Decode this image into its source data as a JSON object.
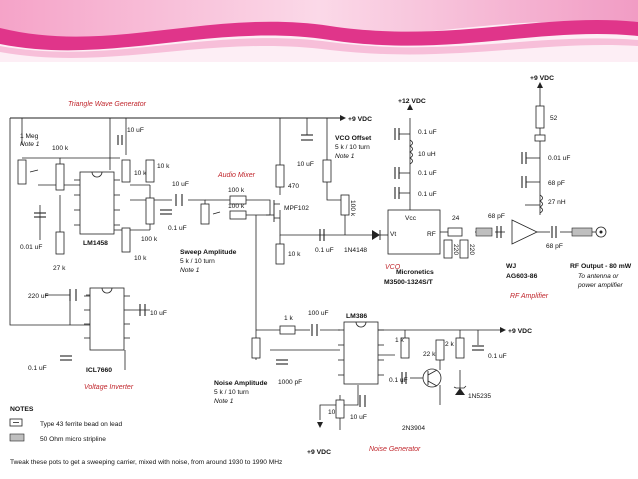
{
  "colors": {
    "banner_pink": "#e0358a",
    "banner_light": "#f7bfd9",
    "section_red": "#c0262c",
    "ink": "#111111"
  },
  "sections": {
    "triangle": "Triangle Wave Generator",
    "audio_mixer": "Audio Mixer",
    "voltage_inverter": "Voltage Inverter",
    "vco": "VCO",
    "rf_amp": "RF Amplifier",
    "noise_gen": "Noise Generator"
  },
  "supplies": {
    "v9_top": "+9 VDC",
    "v12": "+12 VDC",
    "v9_rf": "+9 VDC",
    "v9_noise": "+9 VDC",
    "v9_bottom": "+9 VDC"
  },
  "components": {
    "r_1meg": "1 Meg",
    "note1_a": "Note 1",
    "r_100k_a": "100 k",
    "c_10uf_a": "10 uF",
    "r_10k_a": "10 k",
    "r_10k_b": "10 k",
    "c_001_a": "0.01 uF",
    "ic_lm1458": "LM1458",
    "r_27k": "27 k",
    "r_100k_b": "100 k",
    "r_10k_c": "10 k",
    "c_10uf_b": "10 uF",
    "c_01uf_a": "0.1 uF",
    "r_100k_c": "100 k",
    "r_100k_d": "100 k",
    "sweep_amp": "Sweep Amplitude",
    "sweep_pot": "5 k / 10 turn",
    "note1_b": "Note 1",
    "r_470": "470",
    "c_10uf_c": "10 uF",
    "mpf102": "MPF102",
    "r_10k_d": "10 k",
    "vco_offset": "VCO Offset",
    "vco_pot": "5 k / 10 turn",
    "note1_c": "Note 1",
    "r_100k_e": "100 k",
    "c_01uf_b": "0.1 uF",
    "d_1n4148": "1N4148",
    "c_01uf_c": "0.1 uF",
    "l_10uh": "10 uH",
    "c_01uf_d": "0.1 uF",
    "c_01uf_e": "0.1 uF",
    "vcc": "Vcc",
    "vt": "Vt",
    "rf": "RF",
    "micronetics": "Micronetics",
    "m3500": "M3500-1324S/T",
    "r_24": "24",
    "r_220_a": "220",
    "r_220_b": "220",
    "c_68pf_a": "68 pF",
    "r_52": "52",
    "c_001_b": "0.01 uF",
    "c_68pf_b": "68 pF",
    "l_27nh": "27 nH",
    "wj": "WJ",
    "ag603": "AG603-86",
    "c_68pf_c": "68 pF",
    "rf_output": "RF Output - 80 mW",
    "to_antenna": "To antenna or",
    "power_amp": "power amplifier",
    "c_220uf": "220 uF",
    "c_10uf_d": "10 uF",
    "c_01uf_f": "0.1 uF",
    "ic_icl7660": "ICL7660",
    "r_1k_a": "1 k",
    "c_100uf": "100 uF",
    "ic_lm386": "LM386",
    "noise_amp": "Noise Amplitude",
    "noise_pot": "5 k / 10 turn",
    "note1_d": "Note 1",
    "c_1000pf": "1000 pF",
    "r_10_a": "10",
    "c_10uf_e": "10 uF",
    "r_1k_b": "1 k",
    "r_22k": "22 k",
    "r_2k": "2 k",
    "c_01uf_g": "0.1 uF",
    "c_01uf_h": "0.1 uF",
    "t_2n3904": "2N3904",
    "z_1n5235": "1N5235"
  },
  "notes": {
    "header": "NOTES",
    "bead": "Type 43 ferrite bead on lead",
    "stripline": "50 Ohm micro stripline",
    "tweak": "Tweak these pots to get a sweeping carrier, mixed with noise, from around 1930 to 1990 MHz"
  }
}
